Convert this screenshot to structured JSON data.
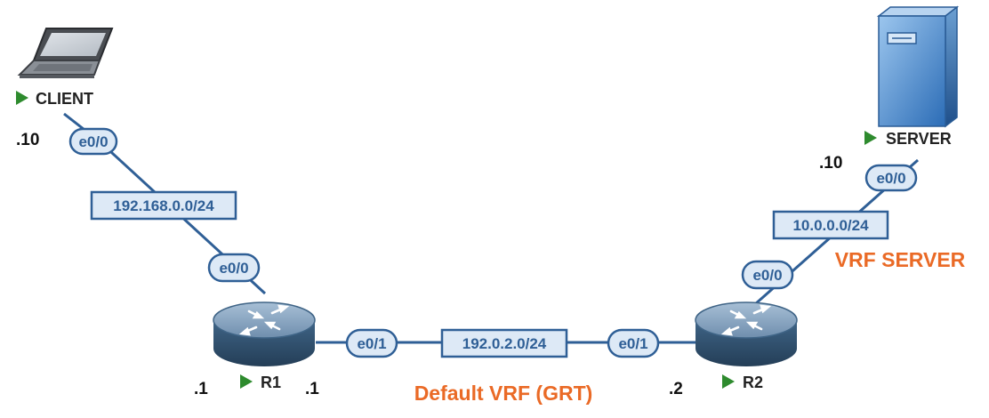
{
  "nodes": {
    "client": {
      "label": "CLIENT",
      "ip": ".10",
      "icon": "laptop-icon"
    },
    "r1": {
      "label": "R1",
      "ip_left": ".1",
      "ip_right": ".1",
      "icon": "router-icon"
    },
    "r2": {
      "label": "R2",
      "ip": ".2",
      "icon": "router-icon"
    },
    "server": {
      "label": "SERVER",
      "ip": ".10",
      "icon": "server-icon"
    }
  },
  "interfaces": {
    "client_e00": "e0/0",
    "r1_e00": "e0/0",
    "r1_e01": "e0/1",
    "r2_e01": "e0/1",
    "r2_e00": "e0/0",
    "server_e00": "e0/0"
  },
  "subnets": {
    "client_r1": "192.168.0.0/24",
    "r1_r2": "192.0.2.0/24",
    "r2_server": "10.0.0.0/24"
  },
  "zones": {
    "default_vrf": "Default VRF (GRT)",
    "vrf_server": "VRF SERVER"
  },
  "colors": {
    "link": "#2f5f96",
    "label_fill": "#dde9f6",
    "zone_text": "#ea6a26",
    "node_marker": "#2e8b2e"
  }
}
